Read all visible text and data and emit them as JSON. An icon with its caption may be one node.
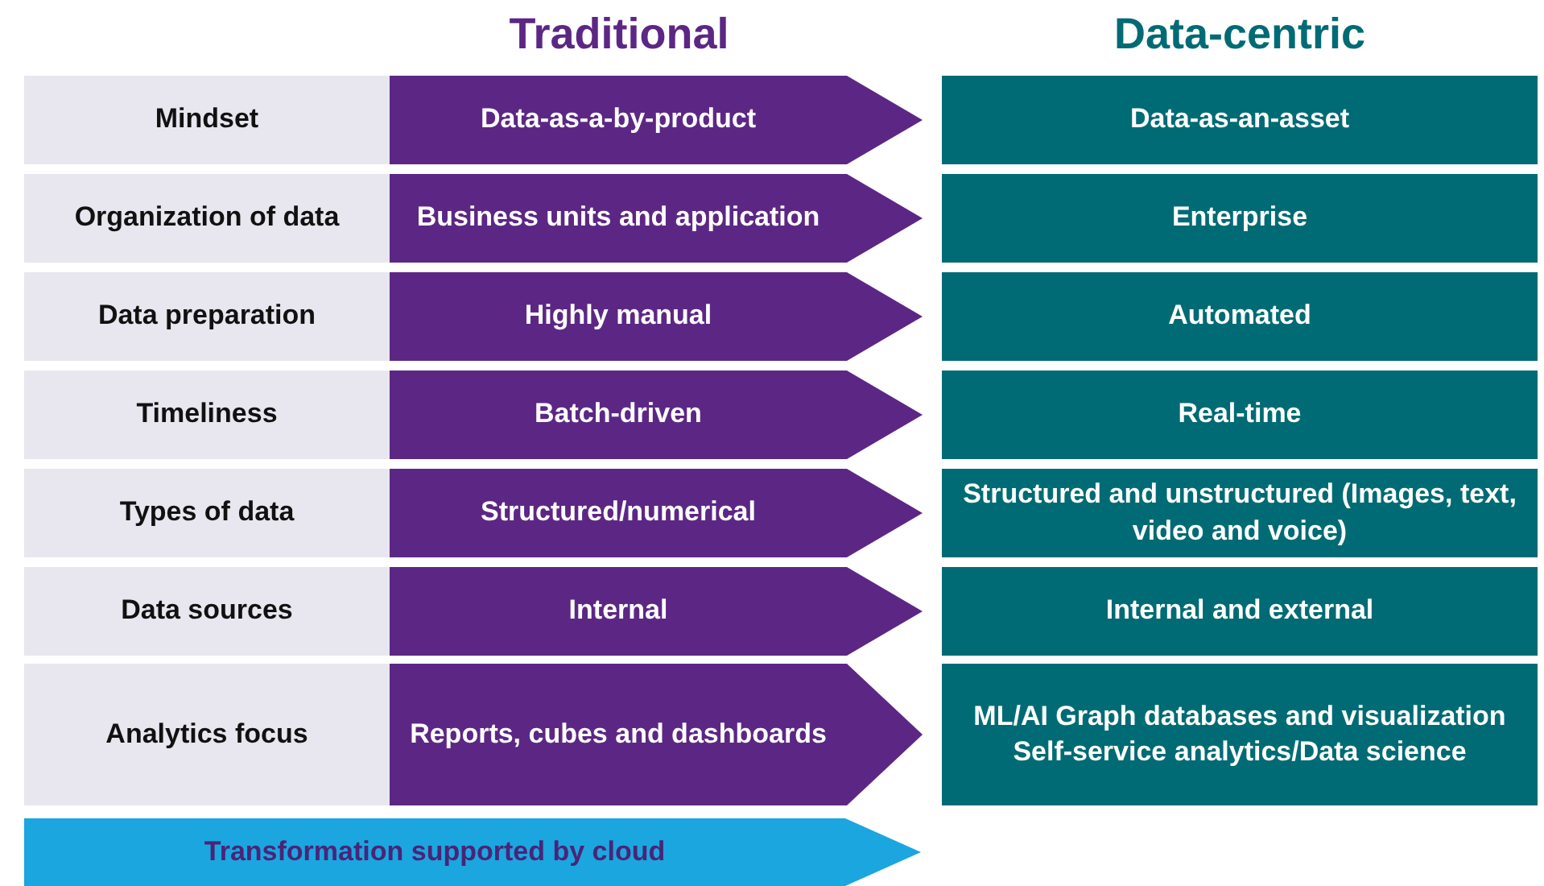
{
  "diagram": {
    "nodes": [
      {
        "text": [
          "Mindset"
        ]
      },
      {
        "text": [
          "Data-as-a-by-product"
        ]
      },
      {
        "text": [
          "Data-as-an-asset"
        ]
      },
      {
        "text": [
          "Organization of data"
        ]
      },
      {
        "text": [
          "Business units and application"
        ]
      },
      {
        "text": [
          "Enterprise"
        ]
      },
      {
        "text": [
          "Data preparation"
        ]
      },
      {
        "text": [
          "Highly manual"
        ]
      },
      {
        "text": [
          "Automated"
        ]
      },
      {
        "text": [
          "Timeliness"
        ]
      },
      {
        "text": [
          "Batch-driven"
        ]
      },
      {
        "text": [
          "Real-time"
        ]
      },
      {
        "text": [
          "Types of data"
        ]
      },
      {
        "text": [
          "Structured/numerical"
        ]
      },
      {
        "text": [
          "Structured and unstructured (Images, text, video and voice)"
        ]
      },
      {
        "text": [
          "Data sources"
        ]
      },
      {
        "text": [
          "Internal"
        ]
      },
      {
        "text": [
          "Internal and external"
        ]
      },
      {
        "text": [
          "Analytics focus"
        ]
      },
      {
        "text": [
          "Reports, cubes and dashboards"
        ]
      },
      {
        "text": [
          "ML/AI Graph databases and visualization Self-service analytics/Data science"
        ]
      },
      {
        "text": [
          "Transformation supported by cloud"
        ]
      }
    ],
    "labels": [
      "Traditional",
      "Data-centric"
    ]
  }
}
